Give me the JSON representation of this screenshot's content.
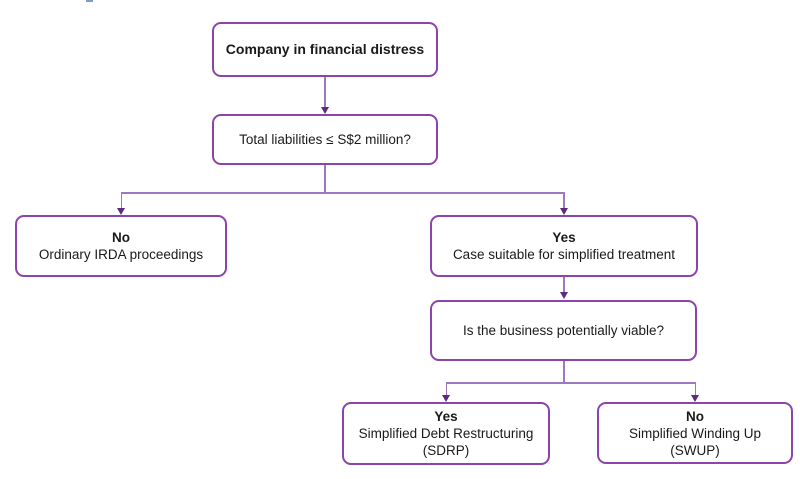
{
  "flowchart": {
    "background_color": "#ffffff",
    "box_border_color": "#8b44ad",
    "connector_color": "#9c79bd",
    "arrowhead_color": "#5d2b7d",
    "text_color": "#1a1a1a",
    "nodes": {
      "start": {
        "heading": "Company in financial distress"
      },
      "liabilities_question": {
        "text": "Total liabilities ≤ S$2 million?"
      },
      "no_branch": {
        "heading": "No",
        "text": "Ordinary IRDA proceedings"
      },
      "yes_branch": {
        "heading": "Yes",
        "text": "Case suitable for simplified treatment"
      },
      "viability_question": {
        "text": "Is the business potentially viable?"
      },
      "sdrp_outcome": {
        "heading": "Yes",
        "text": "Simplified Debt Restructuring",
        "subtext": "(SDRP)"
      },
      "swup_outcome": {
        "heading": "No",
        "text": "Simplified Winding Up",
        "subtext": "(SWUP)"
      }
    }
  }
}
